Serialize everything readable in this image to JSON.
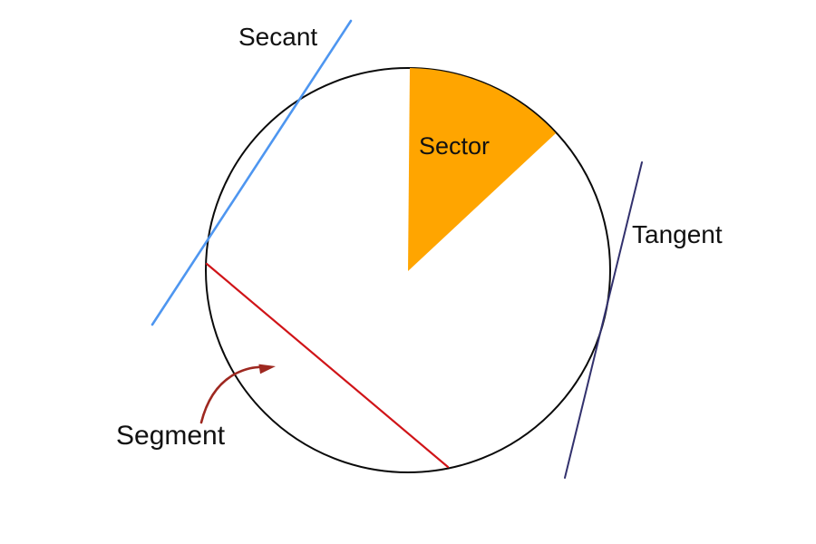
{
  "diagram": {
    "name": "parts-of-a-circle",
    "labels": {
      "secant": "Secant",
      "sector": "Sector",
      "tangent": "Tangent",
      "segment": "Segment"
    },
    "colors": {
      "circle_stroke": "#0a0a0a",
      "sector_fill": "#FFA500",
      "secant_line": "#4E96F0",
      "tangent_line": "#32316D",
      "chord_line": "#D01418",
      "arrow": "#9E2820",
      "label_text": "#111111",
      "background": "#FFFFFF"
    }
  }
}
